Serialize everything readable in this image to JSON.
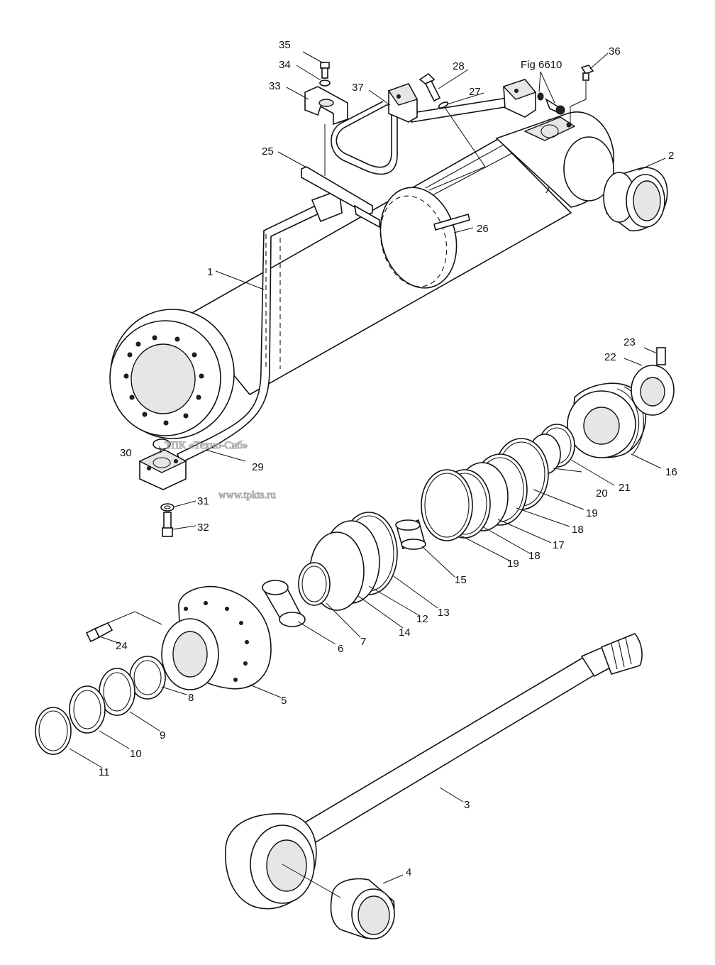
{
  "diagram": {
    "reference_label": "Fig 6610",
    "watermark": {
      "line1": "ТПК «Техно-Сиб»",
      "line2": "www.tpkts.ru"
    },
    "callouts": [
      {
        "id": "1",
        "label": "1"
      },
      {
        "id": "2",
        "label": "2"
      },
      {
        "id": "3",
        "label": "3"
      },
      {
        "id": "4",
        "label": "4"
      },
      {
        "id": "5",
        "label": "5"
      },
      {
        "id": "6",
        "label": "6"
      },
      {
        "id": "7",
        "label": "7"
      },
      {
        "id": "8",
        "label": "8"
      },
      {
        "id": "9",
        "label": "9"
      },
      {
        "id": "10",
        "label": "10"
      },
      {
        "id": "11",
        "label": "11"
      },
      {
        "id": "12",
        "label": "12"
      },
      {
        "id": "13",
        "label": "13"
      },
      {
        "id": "14",
        "label": "14"
      },
      {
        "id": "15",
        "label": "15"
      },
      {
        "id": "16",
        "label": "16"
      },
      {
        "id": "17",
        "label": "17"
      },
      {
        "id": "18a",
        "label": "18"
      },
      {
        "id": "18b",
        "label": "18"
      },
      {
        "id": "19a",
        "label": "19"
      },
      {
        "id": "19b",
        "label": "19"
      },
      {
        "id": "20",
        "label": "20"
      },
      {
        "id": "21",
        "label": "21"
      },
      {
        "id": "22",
        "label": "22"
      },
      {
        "id": "23",
        "label": "23"
      },
      {
        "id": "24",
        "label": "24"
      },
      {
        "id": "25",
        "label": "25"
      },
      {
        "id": "26",
        "label": "26"
      },
      {
        "id": "27",
        "label": "27"
      },
      {
        "id": "28",
        "label": "28"
      },
      {
        "id": "29",
        "label": "29"
      },
      {
        "id": "30",
        "label": "30"
      },
      {
        "id": "31",
        "label": "31"
      },
      {
        "id": "32",
        "label": "32"
      },
      {
        "id": "33",
        "label": "33"
      },
      {
        "id": "34",
        "label": "34"
      },
      {
        "id": "35",
        "label": "35"
      },
      {
        "id": "36",
        "label": "36"
      },
      {
        "id": "37",
        "label": "37"
      }
    ]
  }
}
